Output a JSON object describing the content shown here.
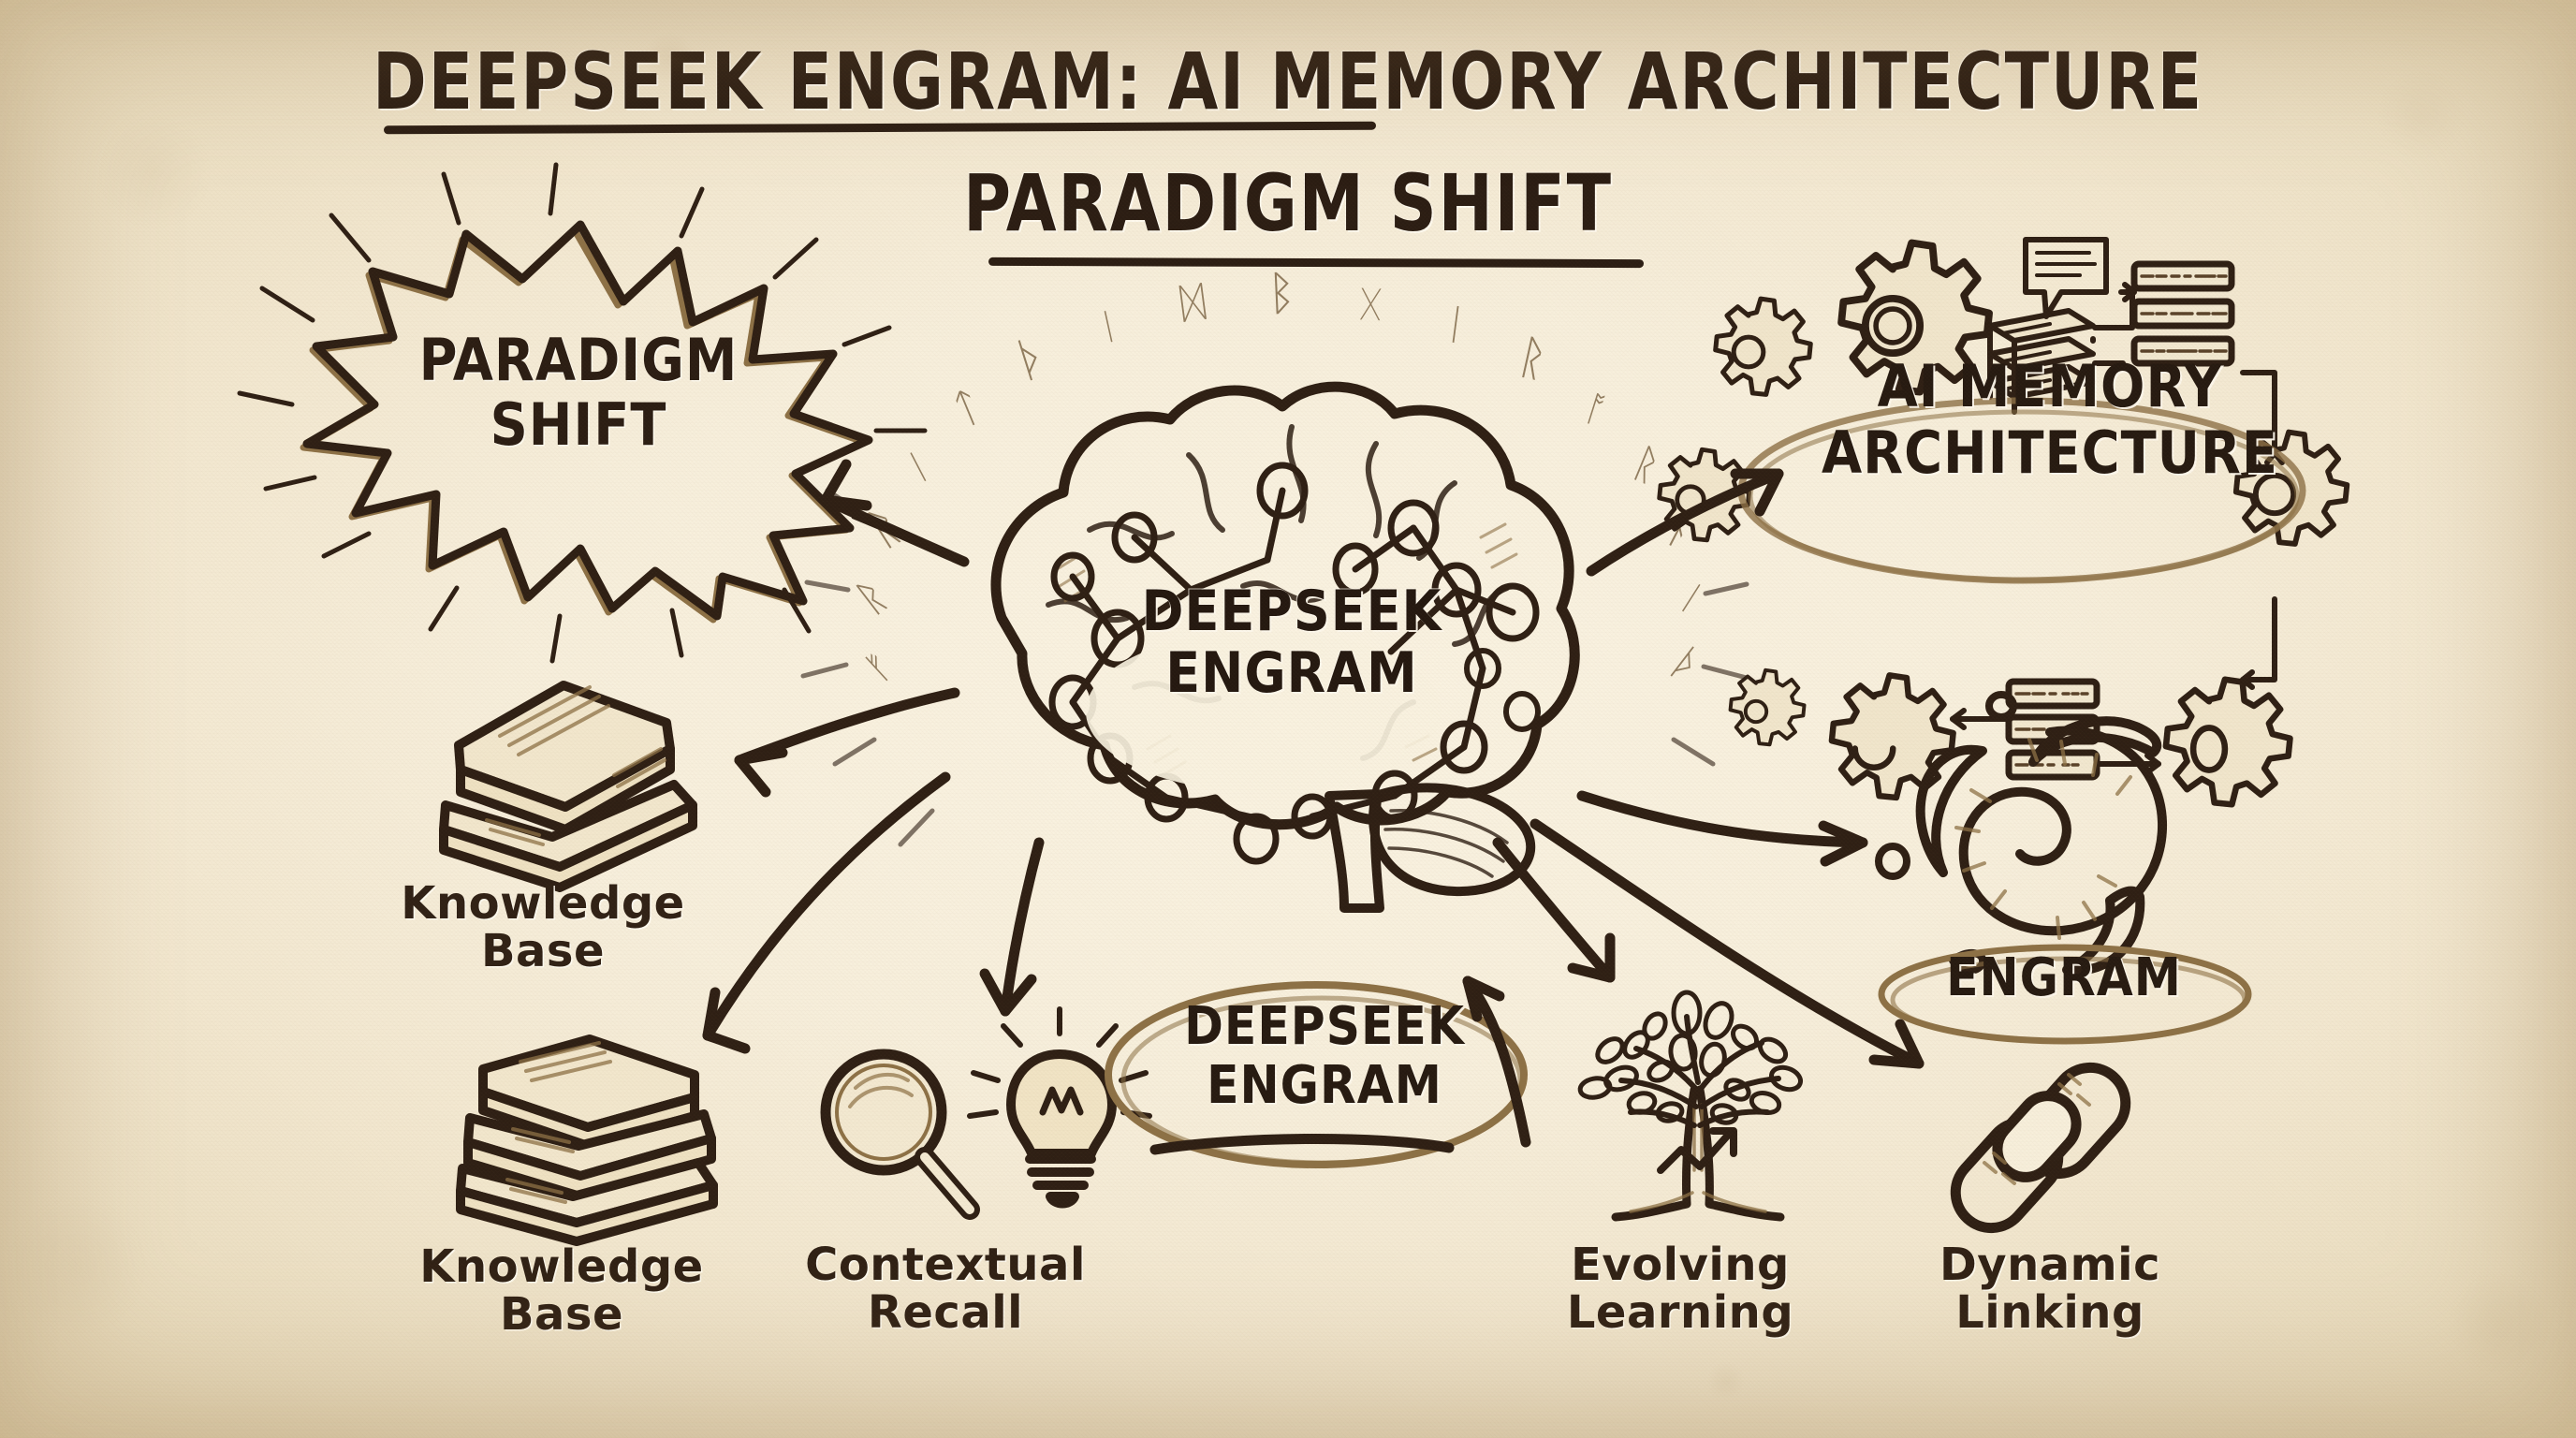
{
  "document": {
    "title_line_1": "DEEPSEEK ENGRAM: AI MEMORY ARCHITECTURE",
    "title_line_2": "PARADIGM SHIFT",
    "style": "hand-drawn sepia ink sketch on aged paper",
    "palette": {
      "paper_center": "#F7EFDC",
      "paper_edge": "#E0D0AD",
      "ink_dark": "#2E1F14",
      "ink_light": "#8D7146",
      "highlight_fill": "#F4EAD3"
    }
  },
  "burst": {
    "line1": "PARADIGM",
    "line2": "SHIFT",
    "shape": "starburst-callout"
  },
  "center": {
    "label_line1": "DEEPSEEK",
    "label_line2": "ENGRAM",
    "icon": "brain-network-icon",
    "runes": [
      "ᚠ",
      "ᚱ",
      "ᚱ",
      "ᛁ",
      "ᛏ",
      "ᚦ",
      "ᛁ",
      "ᛞ",
      "ᛒ",
      "ᚷ",
      "ᛁ",
      "ᚱ",
      "ᚩ",
      "ᚱ",
      "ᚾ",
      "ᛁ",
      "ᚦ"
    ]
  },
  "architecture": {
    "label_line1": "AI MEMORY",
    "label_line2": "ARCHITECTURE",
    "icons": [
      "gear-icon",
      "gear-icon",
      "gear-icon",
      "gear-icon",
      "gear-icon",
      "gear-icon",
      "server-stack-icon",
      "speech-bubble-icon"
    ],
    "data_bars_top": [
      "■■■ ‖‖",
      "■■■ ‖‖‖",
      "■■■ ‖‖‖‖"
    ],
    "data_bars_bottom": [
      "■■■ ‖‖‖",
      "■■■ ‖‖‖",
      "■■■ ‖‖"
    ]
  },
  "engram_node": {
    "label": "ENGRAM",
    "icon": "spiral-vortex-icon"
  },
  "deepseek_node": {
    "label_line1": "DEEPSEEK",
    "label_line2": "ENGRAM",
    "shape": "ellipse-highlight"
  },
  "nodes": [
    {
      "id": "knowledge-base-upper",
      "icon": "books-stack-icon",
      "label_line1": "Knowledge",
      "label_line2": "Base"
    },
    {
      "id": "knowledge-base-lower",
      "icon": "books-stack-icon",
      "label_line1": "Knowledge",
      "label_line2": "Base"
    },
    {
      "id": "contextual-recall",
      "icon": "magnifier-lightbulb-icon",
      "label_line1": "Contextual",
      "label_line2": "Recall"
    },
    {
      "id": "evolving-learning",
      "icon": "growing-tree-icon",
      "label_line1": "Evolving",
      "label_line2": "Learning"
    },
    {
      "id": "dynamic-linking",
      "icon": "chain-links-icon",
      "label_line1": "Dynamic",
      "label_line2": "Linking"
    }
  ],
  "connections": [
    {
      "from": "center",
      "to": "burst",
      "style": "arrow-up-left"
    },
    {
      "from": "center",
      "to": "knowledge-base-upper",
      "style": "arrow-left"
    },
    {
      "from": "center",
      "to": "knowledge-base-lower",
      "style": "arrow-down-left"
    },
    {
      "from": "center",
      "to": "contextual-recall",
      "style": "arrow-down-left"
    },
    {
      "from": "center",
      "to": "architecture",
      "style": "arrow-up-right"
    },
    {
      "from": "center",
      "to": "engram-node",
      "style": "arrow-right"
    },
    {
      "from": "center",
      "to": "evolving-learning",
      "style": "arrow-down"
    },
    {
      "from": "center",
      "to": "dynamic-linking",
      "style": "arrow-down-right"
    },
    {
      "from": "evolving-learning",
      "to": "deepseek-node",
      "style": "curved-arrow-up"
    }
  ]
}
